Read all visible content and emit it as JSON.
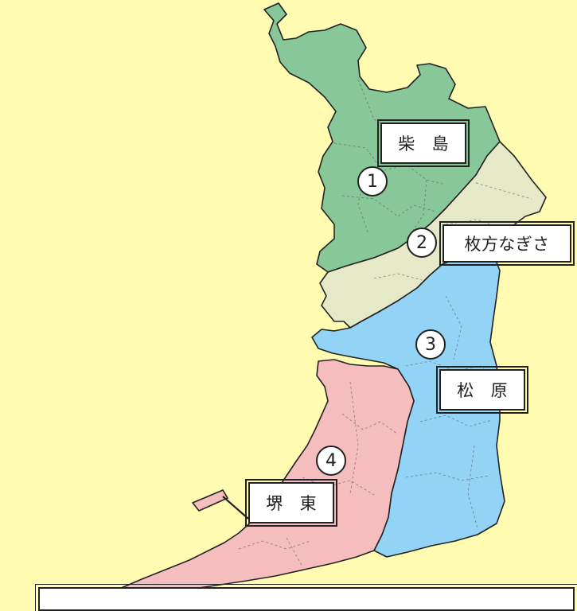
{
  "regions": [
    {
      "number": "1",
      "name": "柴 島",
      "color": "#88c898"
    },
    {
      "number": "2",
      "name": "枚方なぎさ",
      "color": "#e6e9c7"
    },
    {
      "number": "3",
      "name": "松 原",
      "color": "#93d4f6"
    },
    {
      "number": "4",
      "name": "堺 東",
      "color": "#f5bdbd"
    }
  ],
  "background_color": "#fffbb0"
}
